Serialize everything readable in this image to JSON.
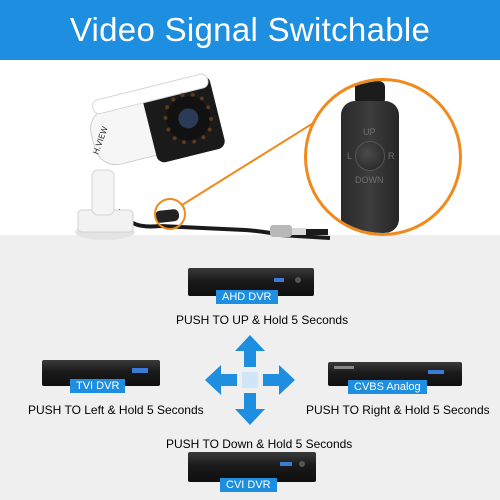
{
  "banner": {
    "title": "Video Signal Switchable"
  },
  "camera": {
    "brand_text": "H.VIEW"
  },
  "switch": {
    "up_label": "UP",
    "down_label": "DOWN",
    "left_label": "L",
    "right_label": "R"
  },
  "dvrs": {
    "ahd": {
      "label": "AHD DVR",
      "instruction": "PUSH TO UP & Hold 5 Seconds"
    },
    "tvi": {
      "label": "TVI DVR",
      "instruction": "PUSH TO Left & Hold 5 Seconds"
    },
    "cvbs": {
      "label": "CVBS Analog",
      "instruction": "PUSH TO Right & Hold 5 Seconds"
    },
    "cvi": {
      "label": "CVI DVR",
      "instruction": "PUSH TO Down & Hold 5 Seconds"
    }
  },
  "colors": {
    "accent_blue": "#1e8fe0",
    "callout_orange": "#f08a1c",
    "lower_panel": "#efefef"
  }
}
